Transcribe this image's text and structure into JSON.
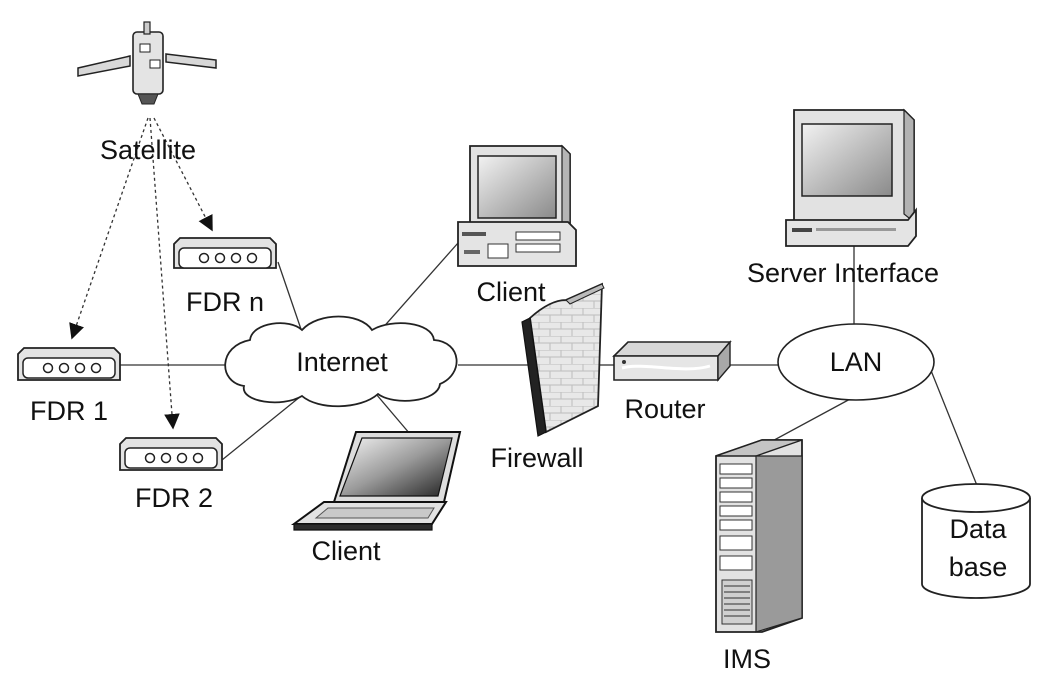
{
  "nodes": {
    "satellite": "Satellite",
    "fdr_n": "FDR n",
    "fdr_1": "FDR 1",
    "fdr_2": "FDR 2",
    "internet": "Internet",
    "client_desktop": "Client",
    "client_laptop": "Client",
    "firewall": "Firewall",
    "router": "Router",
    "lan": "LAN",
    "server_interface": "Server Interface",
    "ims": "IMS",
    "database_line1": "Data",
    "database_line2": "base"
  },
  "colors": {
    "line": "#333333",
    "device_fill": "#e6e6e6",
    "screen_dark": "#6f6f6f"
  }
}
